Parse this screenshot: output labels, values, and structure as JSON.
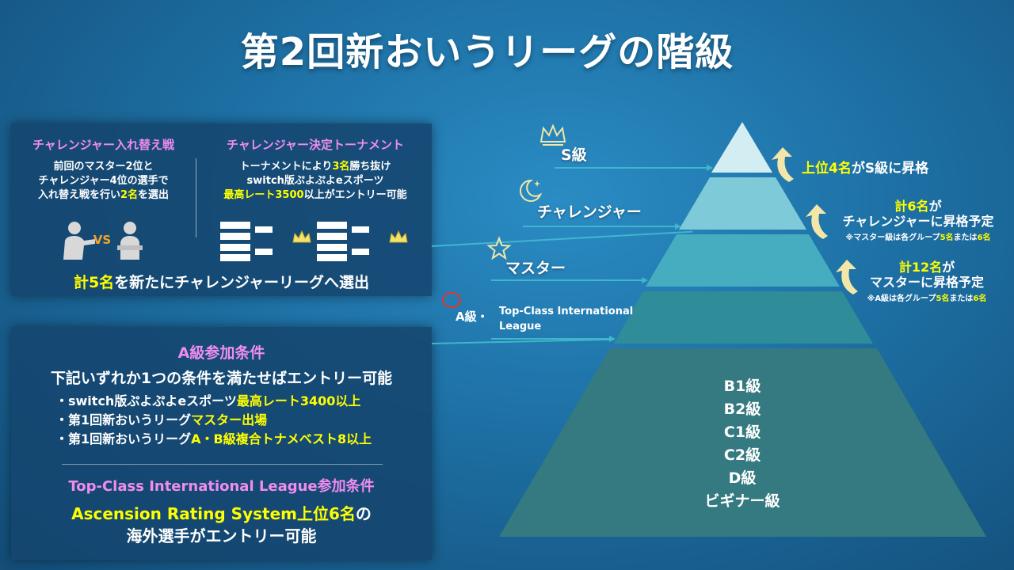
{
  "title": "第2回新おいうリーグの階級",
  "challenger_panel": {
    "left_heading": "チャレンジャー入れ替え戦",
    "left_body": [
      "前回のマスター2位と",
      "チャレンジャー4位の選手で"
    ],
    "left_body_line3_pre": "入れ替え戦を行い",
    "left_body_line3_hl": "2名",
    "left_body_line3_post": "を選出",
    "vs_label": "VS",
    "right_heading": "チャレンジャー決定トーナメント",
    "right_line1_pre": "トーナメントにより",
    "right_line1_hl": "3名",
    "right_line1_post": "勝ち抜け",
    "right_line2": "switch版ぷよぷよeスポーツ",
    "right_line3_hl": "最高レート3500",
    "right_line3_post": "以上がエントリー可能",
    "footer_hl": "計5名",
    "footer_post": "を新たにチャレンジャーリーグへ選出"
  },
  "a_panel": {
    "heading": "A級参加条件",
    "intro": "下記いずれか1つの条件を満たせばエントリー可能",
    "items": [
      {
        "pre": "・switch版ぷよぷよeスポーツ",
        "hl": "最高レート3400以上"
      },
      {
        "pre": "・第1回新おいうリーグ",
        "hl": "マスター出場"
      },
      {
        "pre": "・第1回新おいうリーグ",
        "hl": "A・B級複合トナメベスト8以上"
      }
    ],
    "tci_heading": "Top-Class International League参加条件",
    "tci_line1_hl": "Ascension Rating System上位6名",
    "tci_line1_post": "の",
    "tci_line2": "海外選手がエントリー可能"
  },
  "tiers": {
    "s": "S級",
    "challenger": "チャレンジャー",
    "master": "マスター",
    "a_prefix": "A級・",
    "a_intl_line1": "Top-Class International",
    "a_intl_line2": "League",
    "lower": [
      "B1級",
      "B2級",
      "C1級",
      "C2級",
      "D級",
      "ビギナー級"
    ]
  },
  "promotions": {
    "s": {
      "hl": "上位4名",
      "post": "がS級に昇格"
    },
    "challenger": {
      "hl": "計6名",
      "post": "が",
      "line2": "チャレンジャーに昇格予定",
      "note_pre": "※マスター級は各グループ",
      "note_hl1": "5名",
      "note_mid": "または",
      "note_hl2": "6名"
    },
    "master": {
      "hl": "計12名",
      "post": "が",
      "line2": "マスターに昇格予定",
      "note_pre": "※A級は各グループ",
      "note_hl1": "5名",
      "note_mid": "または",
      "note_hl2": "6名"
    }
  },
  "colors": {
    "tier_s": "#d3eef2",
    "tier_challenger": "#7fcad8",
    "tier_master": "#45adbf",
    "tier_a": "#2f8c99",
    "tier_lower": "#357a80",
    "highlight": "#ffff00",
    "heading_pink": "#f08cf0",
    "arrow": "#f2e6a8"
  }
}
